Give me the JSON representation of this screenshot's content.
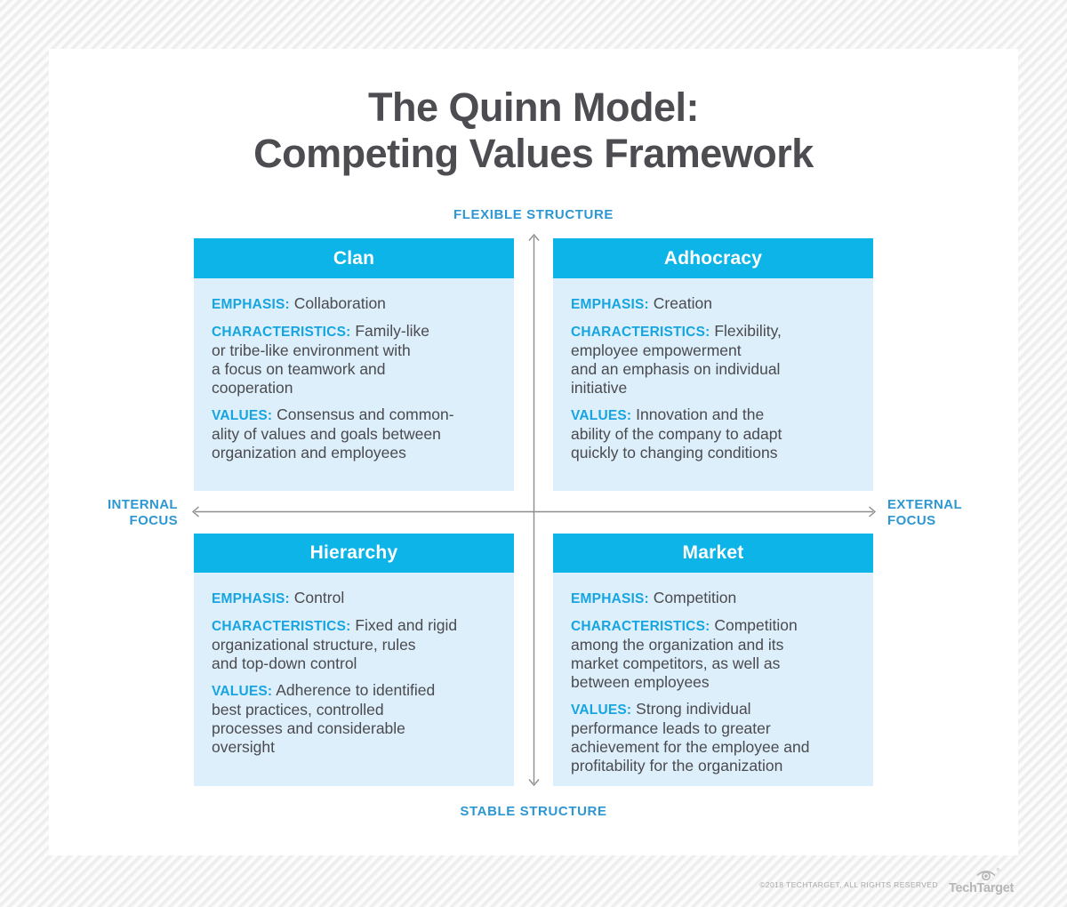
{
  "title": {
    "line1": "The Quinn Model:",
    "line2": "Competing Values Framework"
  },
  "axis_labels": {
    "top": "FLEXIBLE STRUCTURE",
    "bottom": "STABLE STRUCTURE",
    "left": "INTERNAL\nFOCUS",
    "right": "EXTERNAL\nFOCUS"
  },
  "field_labels": {
    "emphasis": "EMPHASIS:",
    "characteristics": "CHARACTERISTICS:",
    "values": "VALUES:"
  },
  "quadrants": [
    {
      "name": "Clan",
      "emphasis": "Collaboration",
      "characteristics": "Family-like\nor tribe-like environment with\na focus on teamwork and\ncooperation",
      "values": "Consensus and common-\nality of values and goals between\norganization and employees"
    },
    {
      "name": "Adhocracy",
      "emphasis": "Creation",
      "characteristics": "Flexibility,\nemployee empowerment\nand an emphasis on individual\ninitiative",
      "values": "Innovation and the\nability of the company to adapt\nquickly to changing conditions"
    },
    {
      "name": "Hierarchy",
      "emphasis": "Control",
      "characteristics": "Fixed and rigid\norganizational structure, rules\nand top-down control",
      "values": "Adherence to identified\nbest practices, controlled\nprocesses and considerable\noversight"
    },
    {
      "name": "Market",
      "emphasis": "Competition",
      "characteristics": "Competition\namong the organization and its\nmarket competitors, as well as\nbetween employees",
      "values": "Strong individual\nperformance leads to greater\nachievement for the employee and\nprofitability for the organization"
    }
  ],
  "footer": {
    "copyright": "©2018 TECHTARGET, ALL RIGHTS RESERVED",
    "brand": "TechTarget",
    "reg_mark": "®"
  },
  "colors": {
    "header_cyan": "#0db4e7",
    "panel_blue": "#ddeffa",
    "label_cyan": "#16a5e0",
    "axis_blue": "#2d97d2",
    "text_dark": "#4a4a4f",
    "title_gray": "#4c4c51",
    "arrow_gray": "#8e8e8e",
    "footer_gray": "#a9a9a9",
    "logo_gray": "#b6b6b6"
  }
}
